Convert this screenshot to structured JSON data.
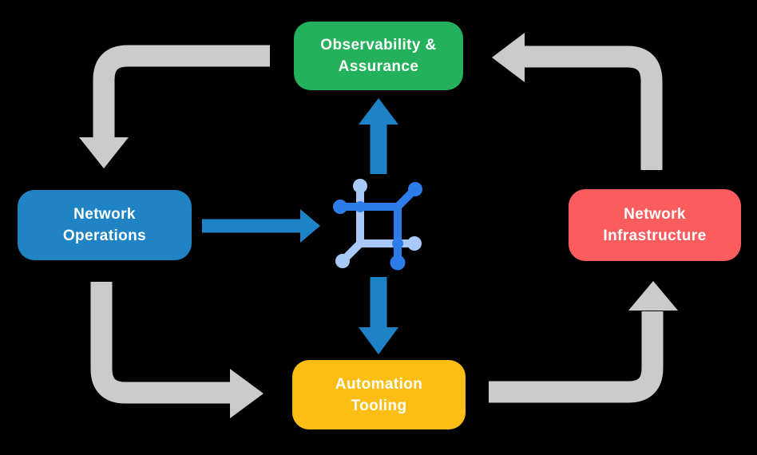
{
  "background": "#000000",
  "text_color": "#FFFFFF",
  "boxes": [
    {
      "name": "observability-assurance",
      "label": "Observability &\nAssurance",
      "color": "#23B25B"
    },
    {
      "name": "network-operations",
      "label": "Network\nOperations",
      "color": "#1F83C4"
    },
    {
      "name": "network-infrastructure",
      "label": "Network\nInfrastructure",
      "color": "#FB5C5E"
    },
    {
      "name": "automation-tooling",
      "label": "Automation\nTooling",
      "color": "#FCBD14"
    }
  ],
  "arrows": {
    "cycle_color": "#CBCBCB",
    "flow_color": "#1E82C6",
    "cycle": [
      {
        "from": "Observability & Assurance",
        "to": "Network Operations"
      },
      {
        "from": "Network Operations",
        "to": "Automation Tooling"
      },
      {
        "from": "Automation Tooling",
        "to": "Network Infrastructure"
      },
      {
        "from": "Network Infrastructure",
        "to": "Observability & Assurance"
      }
    ],
    "flows": [
      {
        "from": "Network Operations",
        "to": "center-icon"
      },
      {
        "from": "center-icon",
        "to": "Observability & Assurance"
      },
      {
        "from": "center-icon",
        "to": "Automation Tooling"
      }
    ]
  },
  "center_icon": {
    "name": "network-mesh-icon",
    "primary_color": "#2D7CEA",
    "secondary_color": "#A9CAF8"
  }
}
